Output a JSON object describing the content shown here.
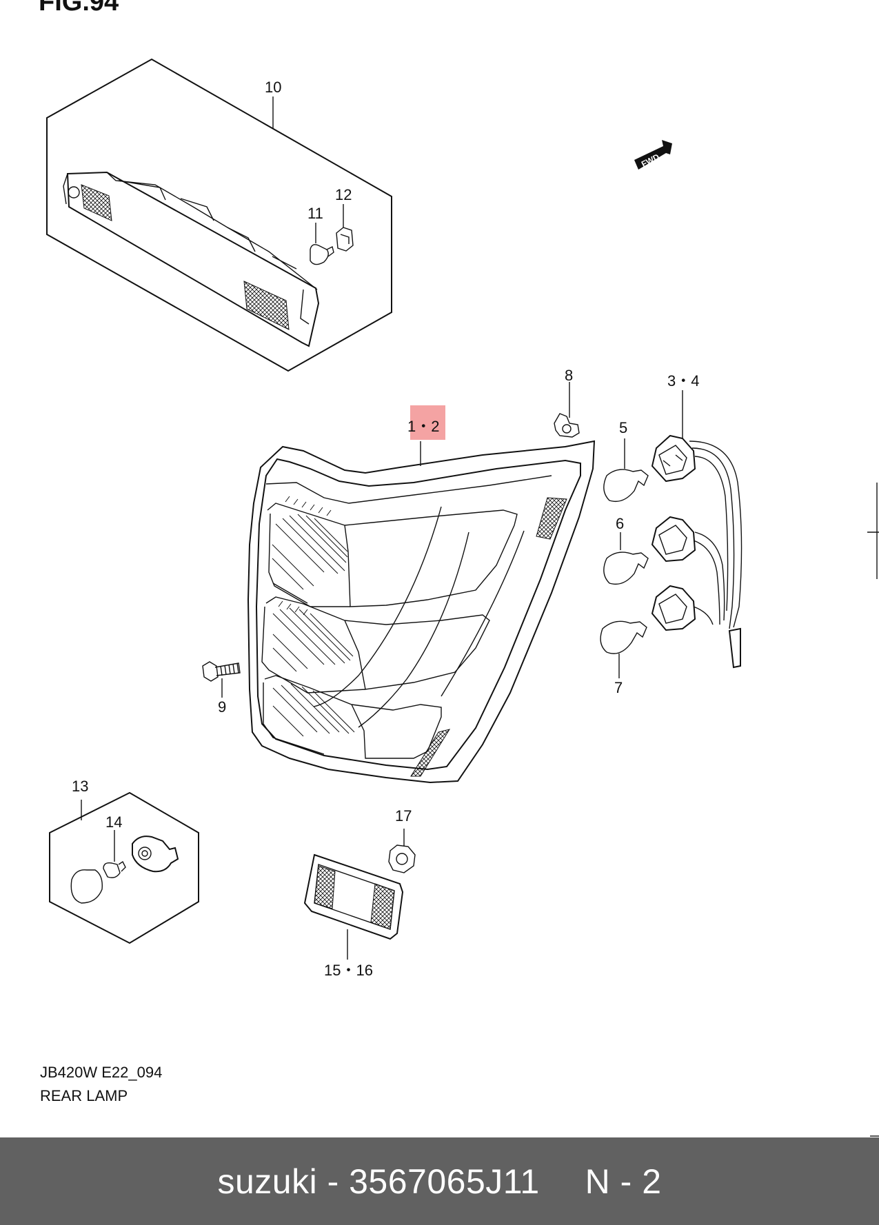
{
  "figure_title": "FIG.94",
  "fwd_label": "FWD",
  "callouts": {
    "c10": "10",
    "c11": "11",
    "c12": "12",
    "c1_2": "1・2",
    "c3_4": "3・4",
    "c5": "5",
    "c6": "6",
    "c7": "7",
    "c8": "8",
    "c9": "9",
    "c13": "13",
    "c14": "14",
    "c15_16": "15・16",
    "c17": "17"
  },
  "caption": {
    "code": "JB420W E22_094",
    "name": "REAR LAMP"
  },
  "footer": {
    "part": "suzuki - 3567065J11",
    "qty": "N - 2"
  },
  "colors": {
    "highlight": "#f4a3a3",
    "footer_bg": "#616161"
  }
}
